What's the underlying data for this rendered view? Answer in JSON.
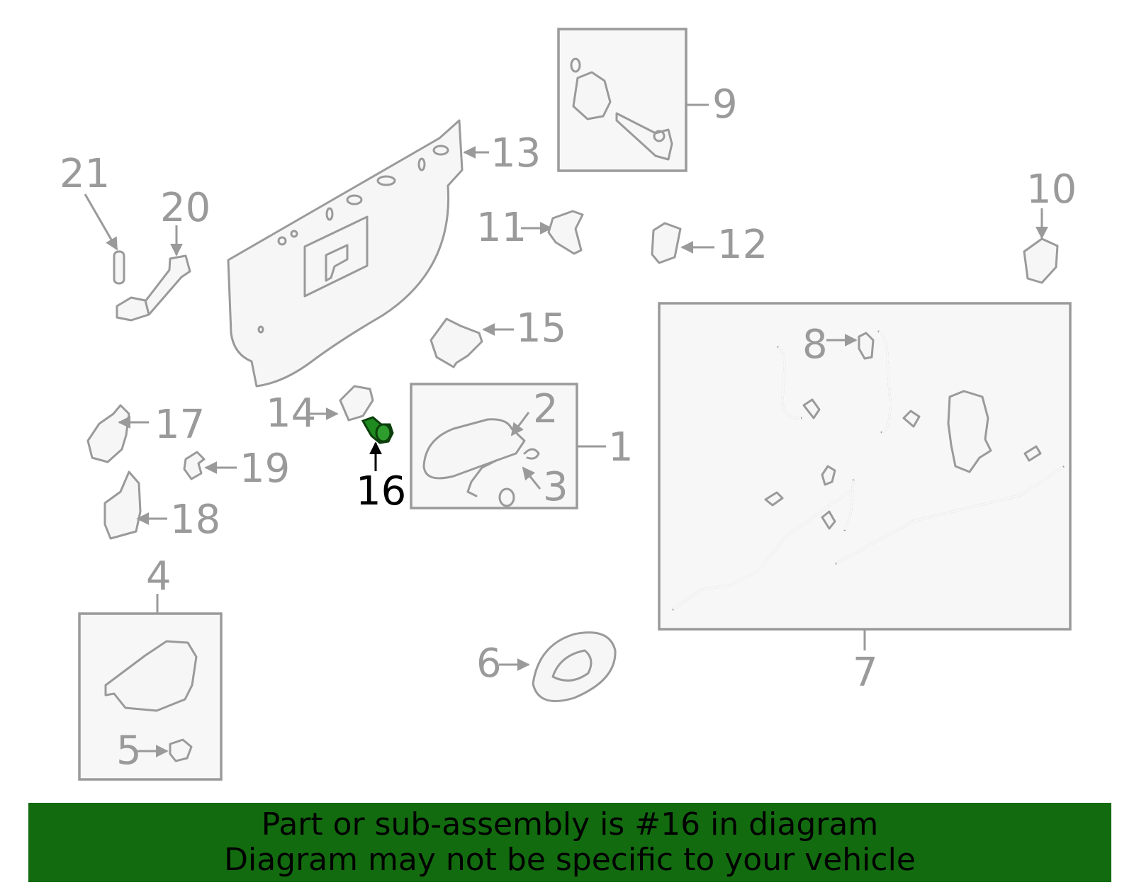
{
  "colors": {
    "line": "#9a9a9a",
    "box_fill": "#f7f7f7",
    "highlight_part": "#1f8a1f",
    "banner_bg": "#136b10",
    "banner_text": "#000000"
  },
  "highlighted_part": "16",
  "callouts": {
    "c1": "1",
    "c2": "2",
    "c3": "3",
    "c4": "4",
    "c5": "5",
    "c6": "6",
    "c7": "7",
    "c8": "8",
    "c9": "9",
    "c10": "10",
    "c11": "11",
    "c12": "12",
    "c13": "13",
    "c14": "14",
    "c15": "15",
    "c16": "16",
    "c17": "17",
    "c18": "18",
    "c19": "19",
    "c20": "20",
    "c21": "21"
  },
  "banner": {
    "line1": "Part or sub-assembly is #16 in diagram",
    "line2": "Diagram may not be specific to your vehicle"
  }
}
